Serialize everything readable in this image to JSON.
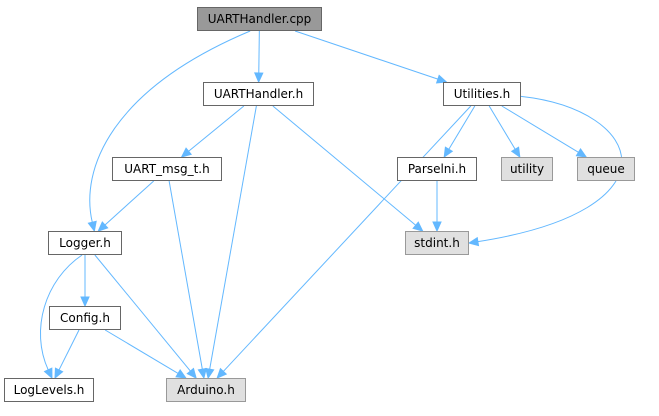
{
  "nodes": {
    "uarthandler_cpp": {
      "label": "UARTHandler.cpp",
      "kind": "root"
    },
    "uarthandler_h": {
      "label": "UARTHandler.h",
      "kind": "file"
    },
    "utilities_h": {
      "label": "Utilities.h",
      "kind": "file"
    },
    "uart_msg_t_h": {
      "label": "UART_msg_t.h",
      "kind": "file"
    },
    "parselni_h": {
      "label": "Parselni.h",
      "kind": "file"
    },
    "utility": {
      "label": "utility",
      "kind": "system"
    },
    "queue": {
      "label": "queue",
      "kind": "system"
    },
    "logger_h": {
      "label": "Logger.h",
      "kind": "file"
    },
    "stdint_h": {
      "label": "stdint.h",
      "kind": "system"
    },
    "config_h": {
      "label": "Config.h",
      "kind": "file"
    },
    "loglevels_h": {
      "label": "LogLevels.h",
      "kind": "file"
    },
    "arduino_h": {
      "label": "Arduino.h",
      "kind": "system"
    }
  },
  "edges": [
    [
      "uarthandler_cpp",
      "uarthandler_h"
    ],
    [
      "uarthandler_cpp",
      "utilities_h"
    ],
    [
      "uarthandler_cpp",
      "logger_h"
    ],
    [
      "uarthandler_h",
      "uart_msg_t_h"
    ],
    [
      "uarthandler_h",
      "arduino_h"
    ],
    [
      "uarthandler_h",
      "stdint_h"
    ],
    [
      "uart_msg_t_h",
      "logger_h"
    ],
    [
      "uart_msg_t_h",
      "arduino_h"
    ],
    [
      "utilities_h",
      "parselni_h"
    ],
    [
      "utilities_h",
      "utility"
    ],
    [
      "utilities_h",
      "queue"
    ],
    [
      "utilities_h",
      "stdint_h"
    ],
    [
      "utilities_h",
      "arduino_h"
    ],
    [
      "parselni_h",
      "stdint_h"
    ],
    [
      "logger_h",
      "config_h"
    ],
    [
      "logger_h",
      "loglevels_h"
    ],
    [
      "logger_h",
      "arduino_h"
    ],
    [
      "config_h",
      "loglevels_h"
    ],
    [
      "config_h",
      "arduino_h"
    ]
  ],
  "colors": {
    "edge": "#63b8ff",
    "root_fill": "#999999",
    "system_fill": "#e0e0e0",
    "border": "#666666"
  }
}
